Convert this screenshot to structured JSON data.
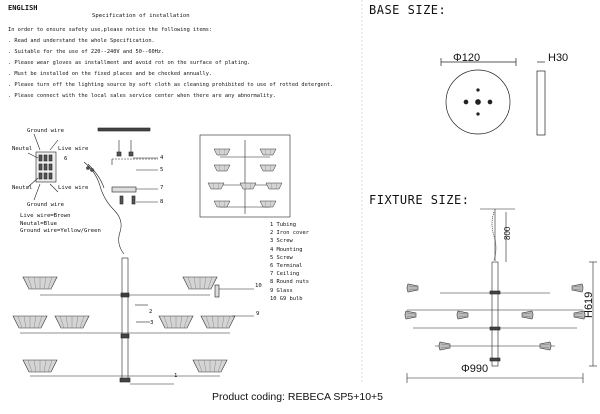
{
  "header": {
    "language": "ENGLISH",
    "title": "Specification of installation"
  },
  "instructions": [
    "In order to ensure safety use,please notice the following items:",
    ". Read and understand the whole Specification.",
    ". Suitable for the use of 220--240V and 50--60Hz.",
    ". Please wear gloves as installment and avoid rot on the surface of plating.",
    ". Must be installed on the fixed places and be checked annually.",
    ". Please turn off the lighting source by soft cloth as cleaning prohibited to use of rotted detergent.",
    ". Please connect with the local sales service center when there are any abnormality."
  ],
  "wiring": {
    "ground_top": "Ground wire",
    "neutral_top": "Neutal",
    "live_top": "Live wire",
    "neutral_bottom": "Neutal",
    "live_bottom": "Live wire",
    "ground_bottom": "Ground wire",
    "notes": [
      "Live wire=Brown",
      "Neutal=Blue",
      "Ground wire=Yellow/Green"
    ]
  },
  "callouts": {
    "c1": "1",
    "c2": "2",
    "c3": "3",
    "c4": "4",
    "c5": "5",
    "c6": "6",
    "c7": "7",
    "c8": "8",
    "c9": "9",
    "c10": "10"
  },
  "parts_legend": [
    "1 Tubing",
    "2 Iron cover",
    "3 Screw",
    "4 Mounting",
    "5 Screw",
    "6 Terminal",
    "7 Ceiling",
    "8 Round nuts",
    "9 Glass",
    "10 G9 bulb"
  ],
  "base_size": {
    "title": "BASE SIZE:",
    "diameter": "Φ120",
    "height": "H30"
  },
  "fixture_size": {
    "title": "FIXTURE SIZE:",
    "chain": "800",
    "height": "H619",
    "diameter": "Φ990"
  },
  "product_coding": "Product coding: REBECA SP5+10+5"
}
